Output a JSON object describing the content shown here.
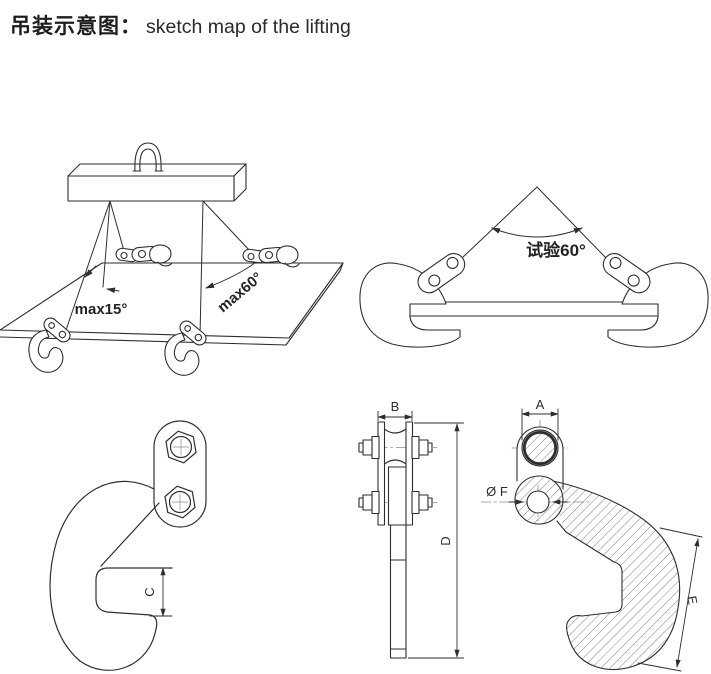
{
  "title": {
    "zh": "吊装示意图：",
    "en": "sketch map of the lifting"
  },
  "figures": {
    "assembly": {
      "label_max15": "max15°",
      "label_max60": "max60°"
    },
    "test": {
      "label_angle": "试验60°"
    },
    "side_view": {
      "dim_c": "C"
    },
    "front_view": {
      "dim_b": "B",
      "dim_d": "D"
    },
    "section_view": {
      "dim_a": "A",
      "dim_diameter": "Ø F",
      "dim_e": "E"
    }
  },
  "colors": {
    "background": "#ffffff",
    "line": "#2e2e2e",
    "centerline": "#8d8d8d",
    "hatch": "#6f6f6f"
  }
}
